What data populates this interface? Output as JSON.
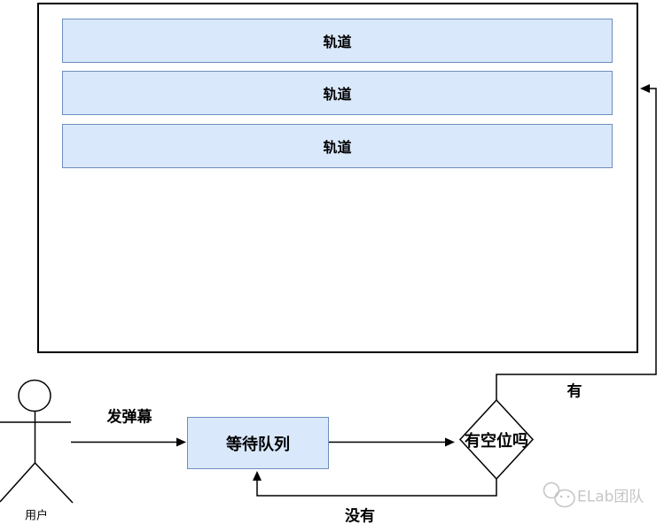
{
  "track_panel": {
    "tracks": [
      {
        "label": "轨道"
      },
      {
        "label": "轨道"
      },
      {
        "label": "轨道"
      }
    ]
  },
  "flowchart": {
    "actor_label": "用户",
    "send_arrow_label": "发弹幕",
    "queue_label": "等待队列",
    "decision_label": "有空位吗",
    "yes_label": "有",
    "no_label": "没有"
  },
  "watermark": {
    "text": "ELab团队"
  },
  "colors": {
    "node_fill": "#dae8fc",
    "node_border": "#6c8ebf",
    "line": "#000000",
    "watermark": "#c6c6c6"
  }
}
